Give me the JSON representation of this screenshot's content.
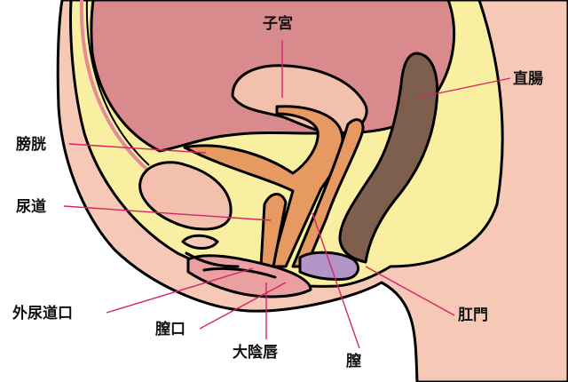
{
  "labels": {
    "uterus": "子宮",
    "rectum": "直腸",
    "bladder": "膀胱",
    "urethra": "尿道",
    "urethral_opening": "外尿道口",
    "vaginal_opening": "膣口",
    "labia_majora": "大陰唇",
    "vagina": "膣",
    "anus": "肛門"
  },
  "colors": {
    "skin": "#f5c9b5",
    "fat": "#f8efa0",
    "bladder": "#d98a8c",
    "uterus": "#e69a62",
    "rectum": "#7e5e4c",
    "vagina": "#b495c8",
    "leader": "#d6246e",
    "outline": "#000000"
  }
}
